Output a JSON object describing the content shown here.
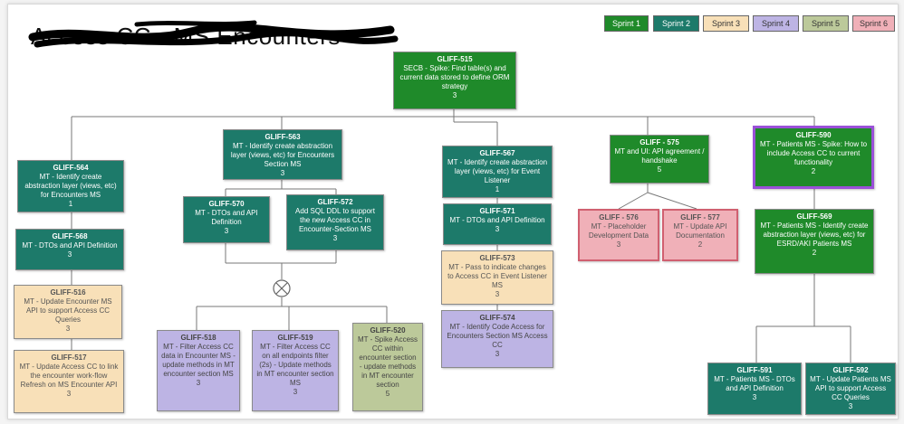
{
  "title": "Access CC - MS Encounters",
  "legend": [
    {
      "label": "Sprint 1",
      "color": "#1f8a2a"
    },
    {
      "label": "Sprint 2",
      "color": "#1d7a6a"
    },
    {
      "label": "Sprint 3",
      "color": "#f8e0b8"
    },
    {
      "label": "Sprint 4",
      "color": "#bdb4e4"
    },
    {
      "label": "Sprint 5",
      "color": "#bcc99a"
    },
    {
      "label": "Sprint 6",
      "color": "#f0b0b8"
    }
  ],
  "cards": {
    "g515": {
      "id": "GLIFF-515",
      "text": "SECB - Spike: Find table(s) and current data stored to define ORM strategy",
      "pts": "3"
    },
    "g563": {
      "id": "GLIFF-563",
      "text": "MT - Identify create abstraction layer (views, etc) for Encounters Section MS",
      "pts": "3"
    },
    "g564": {
      "id": "GLIFF-564",
      "text": "MT - Identify create abstraction layer (views, etc) for Encounters MS",
      "pts": "1"
    },
    "g568": {
      "id": "GLIFF-568",
      "text": "MT - DTOs and API Definition",
      "pts": "3"
    },
    "g570": {
      "id": "GLIFF-570",
      "text": "MT - DTOs and API Definition",
      "pts": "3"
    },
    "g572": {
      "id": "GLIFF-572",
      "text": "Add SQL DDL to support the new Access CC in Encounter-Section MS",
      "pts": "3"
    },
    "g567": {
      "id": "GLIFF-567",
      "text": "MT - Identify create abstraction layer (views, etc) for Event Listener",
      "pts": "1"
    },
    "g571": {
      "id": "GLIFF-571",
      "text": "MT - DTOs and API Definition",
      "pts": "3"
    },
    "g573": {
      "id": "GLIFF-573",
      "text": "MT - Pass to indicate changes to Access CC in Event Listener MS",
      "pts": "3"
    },
    "g574": {
      "id": "GLIFF-574",
      "text": "MT - Identify Code Access for Encounters Section MS Access CC",
      "pts": "3"
    },
    "g575": {
      "id": "GLIFF - 575",
      "text": "MT and UI: API agreement / handshake",
      "pts": "5"
    },
    "g576": {
      "id": "GLIFF - 576",
      "text": "MT - Placeholder Development Data",
      "pts": "3"
    },
    "g577": {
      "id": "GLIFF - 577",
      "text": "MT - Update API Documentation",
      "pts": "2"
    },
    "g590": {
      "id": "GLIFF-590",
      "text": "MT - Patients MS - Spike: How to include Access CC to current functionality",
      "pts": "2"
    },
    "g569": {
      "id": "GLIFF-569",
      "text": "MT - Patients MS - Identify create abstraction layer (views, etc) for ESRD/AKI Patients MS",
      "pts": "2"
    },
    "g591": {
      "id": "GLIFF-591",
      "text": "MT - Patients MS - DTOs and API Definition",
      "pts": "3"
    },
    "g592": {
      "id": "GLIFF-592",
      "text": "MT - Update Patients MS API to support Access CC Queries",
      "pts": "3"
    },
    "g516": {
      "id": "GLIFF-516",
      "text": "MT - Update Encounter MS API to support Access CC Queries",
      "pts": "3"
    },
    "g517": {
      "id": "GLIFF-517",
      "text": "MT - Update Access CC to link the encounter work-flow Refresh on MS Encounter API",
      "pts": "3"
    },
    "g518": {
      "id": "GLIFF-518",
      "text": "MT - Filter Access CC data in Encounter MS - update methods in MT encounter section MS",
      "pts": "3"
    },
    "g519": {
      "id": "GLIFF-519",
      "text": "MT - Filter Access CC on all endpoints filter (2s) - Update methods in MT encounter section MS",
      "pts": "3"
    },
    "g520": {
      "id": "GLIFF-520",
      "text": "MT - Spike Access CC within encounter section - update methods in MT encounter section",
      "pts": "5"
    }
  }
}
